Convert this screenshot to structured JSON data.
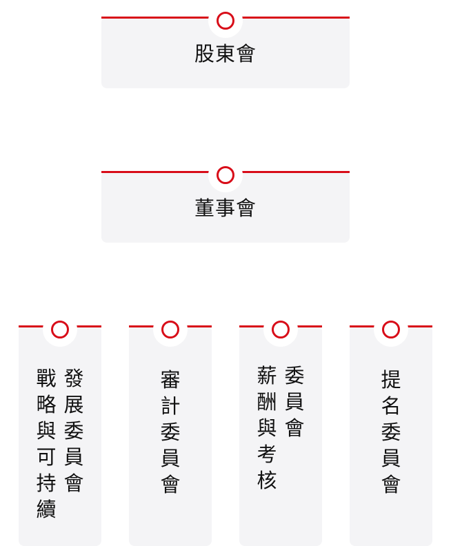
{
  "org_chart": {
    "shareholders": {
      "label": "股東會"
    },
    "board": {
      "label": "董事會"
    },
    "committees": [
      {
        "columns": [
          "發展委員會",
          "戰略與可持續"
        ]
      },
      {
        "columns": [
          "審計委員會"
        ]
      },
      {
        "columns": [
          "委員會",
          "薪酬與考核"
        ]
      },
      {
        "columns": [
          "提名委員會"
        ]
      }
    ]
  },
  "colors": {
    "accent": "#d80c18",
    "card_bg": "#f4f4f6",
    "text": "#111111"
  }
}
